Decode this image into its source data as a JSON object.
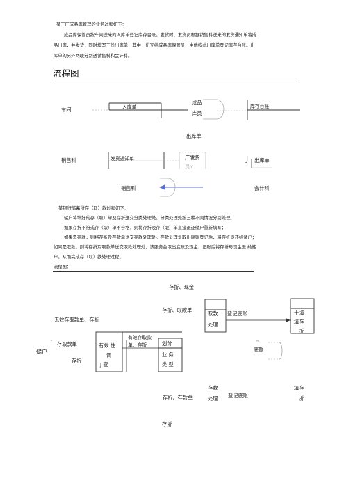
{
  "section1": {
    "intro": "某工厂成品库管理的业务过程如下：",
    "para_lines": [
      "成品库保管员按车间送来的入库单登记库存台账。发货时，发货员根据销售科送来的发货通知单将成",
      "品出库，并发货，同时填写三份出库单，其中一份交给成品库保管员，由他按此出库单登记库存台账。出",
      "库单的另外两联分别送销售科和会计科。"
    ],
    "heading": "流程图",
    "chart": {
      "chejian": "车间",
      "rukudan": "入库单",
      "chengpin_line1": "成品",
      "chengpin_line2": "库员",
      "kucun_taizhang": "库存台账",
      "chukudan_top": "出库单",
      "xiaoshouke_left": "销售科",
      "fahuo_tongzhidan": "发货通知单",
      "changfahuo_line1": "厂发货",
      "changfahuo_line2": "员Y",
      "hook_mark": "J",
      "chukudan_right": "出库单",
      "xiaoshouke_bottom": "销售科",
      "kuaijike": "会计科"
    }
  },
  "section2": {
    "intro": "某银行储蓄所存（取）款过程如下：",
    "lines": [
      "储户将填好的存（取）单及存折送交分类处理处。分类处理处按三种不同情况分别处理。",
      "如果存折不符或存（取）单不合格，则将存折及存（取）单直接退还储户重新填写；",
      "如果是存款，则将存折及存款单送交存款处理处。存款处理处取出底账登记后，将存折退还给储户；",
      "如果是取款，则将存折及取款单送交取款处理处，该服务台取出底账及现金，记账后将存折与现金退 给储",
      "户。从而完成存（取）款处理过程。"
    ],
    "diagram_label": "流程图：",
    "diagram": {
      "cunzhe_xianjin": "存折、现金",
      "cunzhe_qukuandan": "存折、取款单",
      "wuxiao": "无效存取款单、存折",
      "qukuan_line1": "取款",
      "qukuan_line2": "处理",
      "dengji_dizhang_top": "登记底账",
      "tianxie_top_line1": "十填",
      "tianxie_top_line2": "填存",
      "tianxie_top_line3": "折",
      "youxiao_line1": "有效存取款",
      "youxiao_line2": "单、存折",
      "tick": "'",
      "cunqukuandan": "存取款单",
      "chuhu": "储户",
      "cunzhe_left": "存折",
      "youxiao_box_line1": "有效 性",
      "youxiao_box_line2": "调",
      "youxiao_box_line3": "J 查",
      "hook_mark": "J",
      "fenlei": "划分",
      "yewu_line1": "业 务",
      "yewu_line2": "类 型",
      "dizhang": "底账",
      "dizhang_mark": "¤",
      "cunkuan_line1": "存款",
      "cunkuan_line2": "处理",
      "cunzhe_cunkuandan": "存折、存款单",
      "dengji_dizhang_bottom": "登记底账",
      "tianxie_bottom_line1": "填存",
      "tianxie_bottom_line2": "折",
      "cunzhe_bottom": "存折"
    }
  },
  "colors": {
    "arrow_blue": "#5b6fd0",
    "dash_gray": "#aaaaaa",
    "ink": "#222222"
  }
}
